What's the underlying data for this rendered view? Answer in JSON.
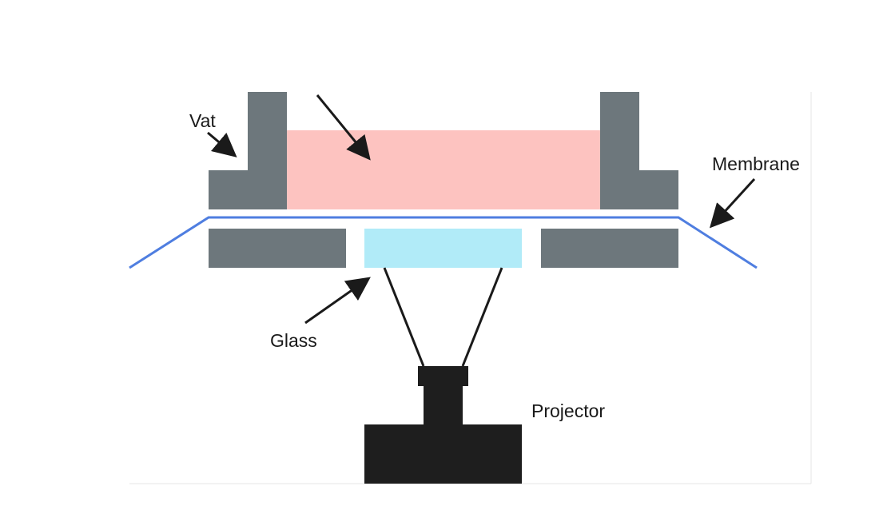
{
  "labels": {
    "vat": "Vat",
    "membrane": "Membrane",
    "glass": "Glass",
    "projector": "Projector"
  },
  "colors": {
    "vat": "#6d777c",
    "resin": "#fdc3c0",
    "glass": "#b1ebf8",
    "membrane": "#4f7ee0",
    "projector": "#1e1e1e",
    "arrow": "#1a1a1a",
    "frame": "#e6e6e6"
  }
}
